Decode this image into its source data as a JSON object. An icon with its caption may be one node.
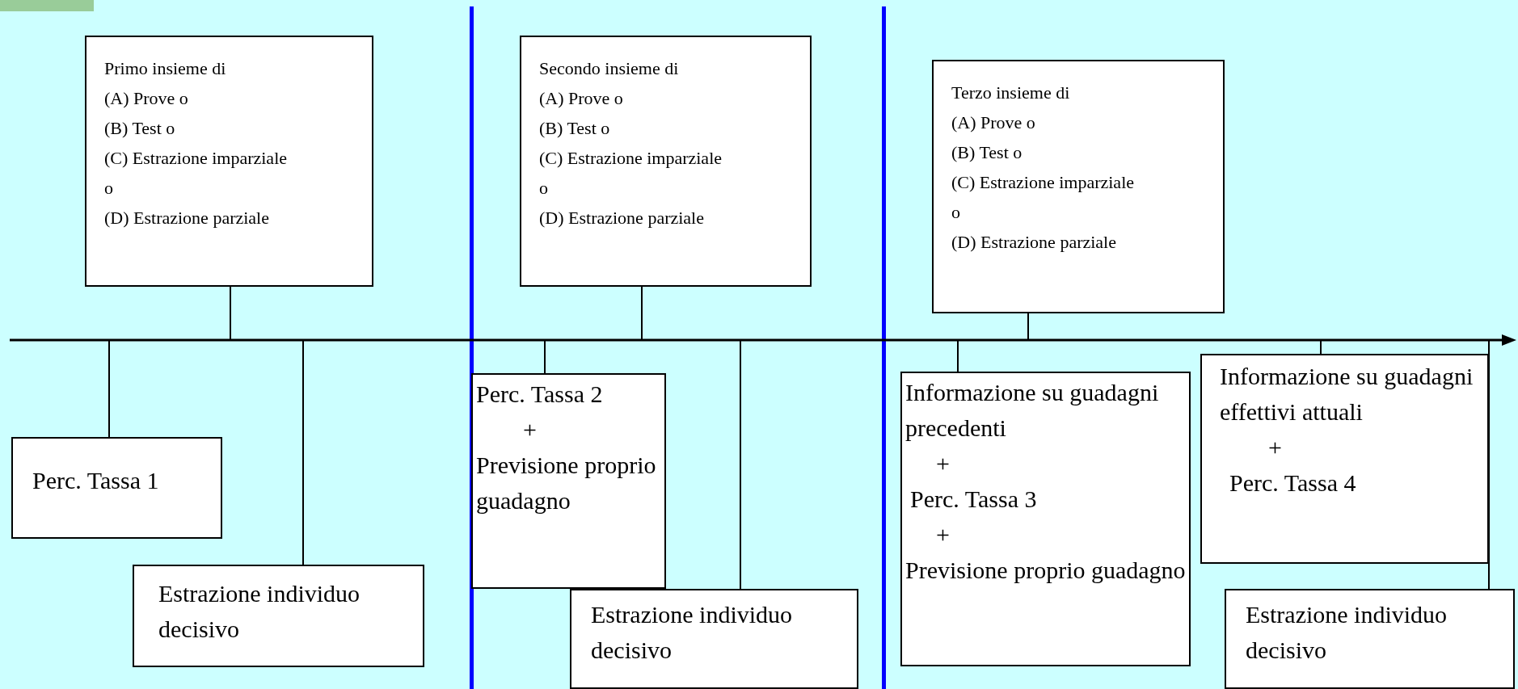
{
  "diagram": {
    "nodes": [
      {
        "text": [
          "Primo insieme di",
          "(A) Prove o",
          "(B) Test o",
          "(C) Estrazione imparziale o",
          "(D) Estrazione parziale"
        ]
      },
      {
        "text": [
          "Secondo insieme di",
          "(A) Prove o",
          "(B) Test o",
          "(C) Estrazione imparziale o",
          "(D) Estrazione parziale"
        ]
      },
      {
        "text": [
          "Terzo insieme di",
          "(A) Prove o",
          "(B) Test o",
          "(C) Estrazione imparziale o",
          "(D) Estrazione parziale"
        ]
      },
      {
        "text": [
          "Perc. Tassa 1"
        ]
      },
      {
        "text": [
          "Estrazione individuo decisivo"
        ]
      },
      {
        "text": [
          "Perc. Tassa 2",
          "+",
          "Previsione proprio guadagno"
        ]
      },
      {
        "text": [
          "Estrazione individuo decisivo"
        ]
      },
      {
        "text": [
          "Informazione su guadagni precedenti",
          "+",
          "Perc. Tassa 3",
          "+",
          "Previsione proprio guadagno"
        ]
      },
      {
        "text": [
          "Informazione su guadagni effettivi attuali",
          "+",
          "Perc. Tassa 4"
        ]
      },
      {
        "text": [
          "Estrazione individuo decisivo"
        ]
      },
      {
        "text": [],
        "shape": "line"
      }
    ],
    "edges": [
      {
        "from": 0,
        "to": 10,
        "arrow": "none"
      },
      {
        "from": 10,
        "to": 3,
        "arrow": "none"
      },
      {
        "from": 10,
        "to": 4,
        "arrow": "none"
      },
      {
        "from": 1,
        "to": 10,
        "arrow": "none"
      },
      {
        "from": 10,
        "to": 5,
        "arrow": "none"
      },
      {
        "from": 10,
        "to": 6,
        "arrow": "none"
      },
      {
        "from": 2,
        "to": 10,
        "arrow": "none"
      },
      {
        "from": 10,
        "to": 7,
        "arrow": "none"
      },
      {
        "from": 10,
        "to": 8,
        "arrow": "none"
      },
      {
        "from": 10,
        "to": 9,
        "arrow": "none"
      }
    ]
  }
}
